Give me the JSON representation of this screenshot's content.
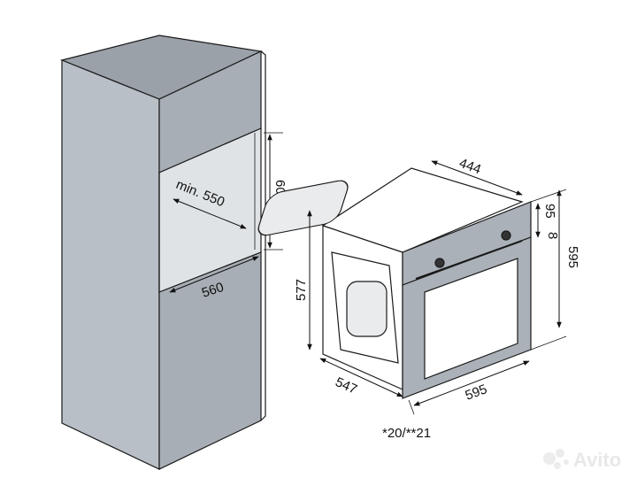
{
  "labels": {
    "niche_depth": "min. 550",
    "niche_height": "600",
    "cabinet_depth": "560",
    "oven_top_depth": "444",
    "oven_panel_a": "8",
    "oven_panel_b": "95",
    "oven_front_height": "595",
    "oven_body_height": "577",
    "oven_body_depth": "547",
    "oven_front_width": "595",
    "footnote": "*20/**21"
  },
  "watermark": {
    "text": "Avito",
    "icon": "avito-dots-icon"
  },
  "colors": {
    "cabinet_side": "#b8bfc6",
    "cabinet_front": "#a7aeb5",
    "cabinet_top": "#9aa1a8",
    "oven_panel": "#aab1b8",
    "outline": "#1a1a1a"
  }
}
